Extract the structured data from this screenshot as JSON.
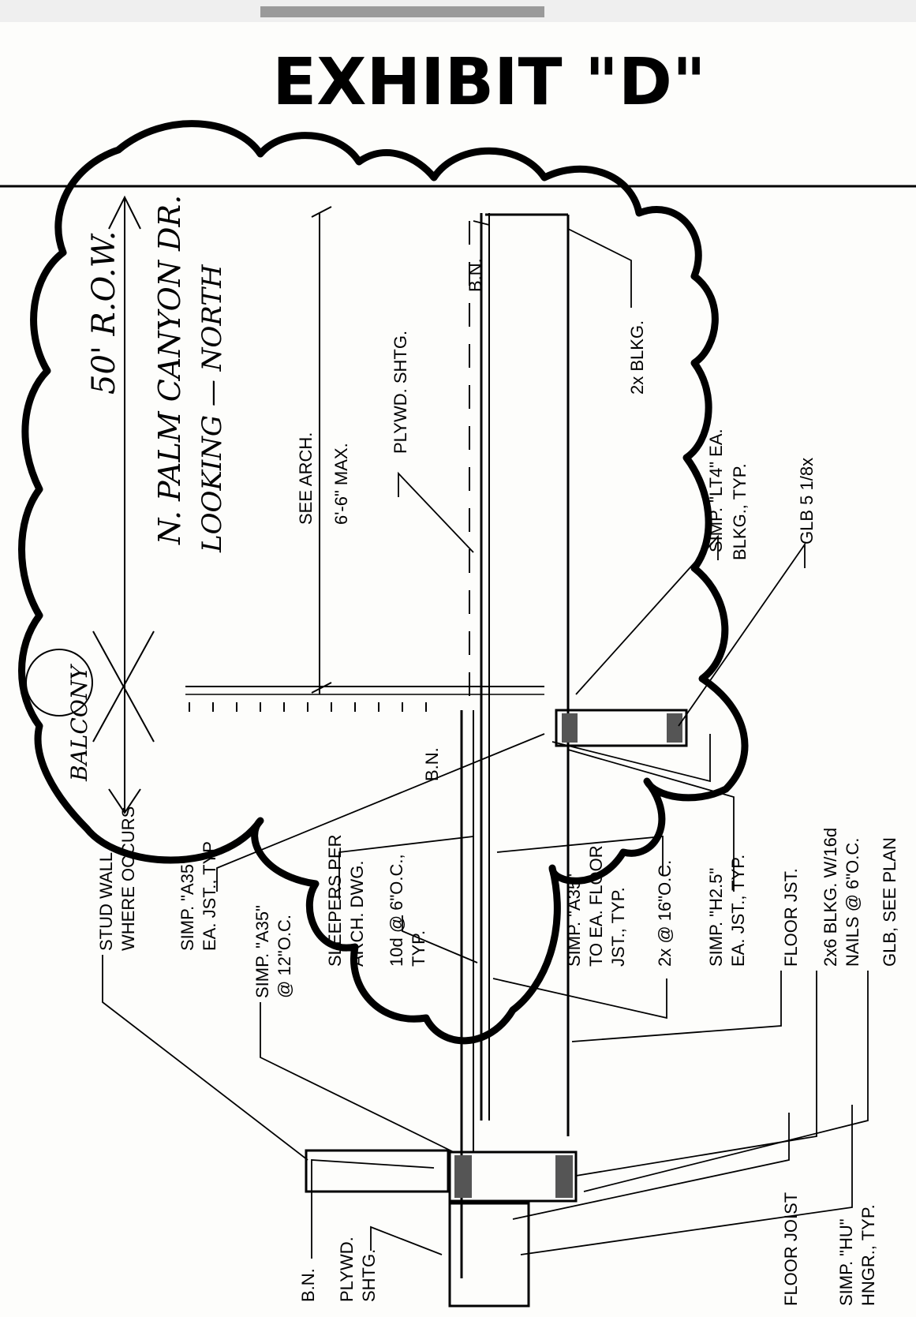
{
  "header": {
    "exhibit_title": "EXHIBIT \"D\""
  },
  "handwritten": {
    "row": "50' R.O.W.",
    "street": "N. PALM CANYON DR.",
    "looking": "LOOKING — NORTH",
    "balcony": "BALCONY"
  },
  "upper_notes": {
    "see_arch": "SEE ARCH.",
    "max_dim": "6'-6\" MAX.",
    "plywd_shtg": "PLYWD. SHTG.",
    "bn_top": "B.N.",
    "blkg_2x": "2x BLKG.",
    "simp_lt_1": "SIMP. \"LT4\" EA.",
    "simp_lt_2": "BLKG., TYP.",
    "glb": "GLB 5 1/8x",
    "bn_mid": "B.N."
  },
  "lower_notes": {
    "stud_wall_1": "STUD WALL",
    "stud_wall_2": "WHERE OCCURS",
    "simp_a35_ea_1": "SIMP. \"A35\"",
    "simp_a35_ea_2": "EA. JST., TYP",
    "simp_a35_12_1": "SIMP. \"A35\"",
    "simp_a35_12_2": "@ 12\"O.C.",
    "sleepers_1": "SLEEPERS PER",
    "sleepers_2": "ARCH. DWG.",
    "nail_10d_1": "10d @ 6\"O.C.,",
    "nail_10d_2": "TYP.",
    "simp_a35_floor_1": "SIMP. \"A35\"",
    "simp_a35_floor_2": "TO EA. FLOOR",
    "simp_a35_floor_3": "JST., TYP.",
    "two_x_16": "2x @ 16\"O.C.",
    "simp_h25_1": "SIMP. \"H2.5\"",
    "simp_h25_2": "EA. JST., TYP.",
    "floor_jst": "FLOOR JST.",
    "blkg_2x6_1": "2x6 BLKG. W/16d",
    "blkg_2x6_2": "NAILS @ 6\"O.C.",
    "glb_see_plan": "GLB, SEE PLAN",
    "bn_low": "B.N.",
    "plywd_1": "PLYWD.",
    "plywd_2": "SHTG.",
    "floor_joist": "FLOOR JOIST",
    "simp_hu_1": "SIMP. \"HU\"",
    "simp_hu_2": "HNGR., TYP."
  },
  "colors": {
    "ink": "#000000",
    "paper": "#fdfdfb"
  }
}
